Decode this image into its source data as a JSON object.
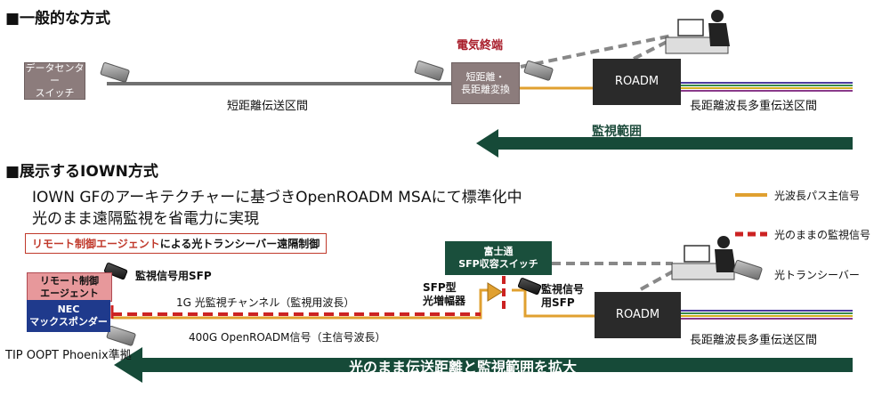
{
  "section1": {
    "title": "■一般的な方式",
    "switch_label": "データセンター\nスイッチ",
    "electric_termination": "電気終端",
    "converter_label": "短距離・\n長距離変換",
    "roadm_label": "ROADM",
    "short_section": "短距離伝送区間",
    "long_section": "長距離波長多重伝送区間",
    "monitoring_range": "監視範囲"
  },
  "section2": {
    "title": "■展示するIOWN方式",
    "desc_line1": "IOWN GFのアーキテクチャーに基づきOpenROADM MSAにて標準化中",
    "desc_line2": "光のまま遠隔監視を省電力に実現",
    "remote_agent_highlight": "リモート制御エージェント",
    "remote_agent_rest": "による光トランシーバー遠隔制御",
    "fujitsu_label": "富士通\nSFP収容スイッチ",
    "agent_box_label": "リモート制御\nエージェント",
    "nec_label": "NEC\nマックスポンダー",
    "monitor_sfp_label": "監視信号用SFP",
    "channel_1g": "1G 光監視チャンネル（監視用波長）",
    "signal_400g": "400G OpenROADM信号（主信号波長）",
    "sfp_amp_label": "SFP型\n光増幅器",
    "monitor_sfp_label2": "監視信号\n用SFP",
    "roadm_label": "ROADM",
    "long_section": "長距離波長多重伝送区間",
    "phoenix_label": "TIP OOPT Phoenix準拠",
    "arrow_text": "光のまま伝送距離と監視範囲を拡大"
  },
  "legend": {
    "main_signal": "光波長パス主信号",
    "monitor_signal": "光のままの監視信号",
    "transceiver": "光トランシーバー"
  },
  "colors": {
    "orange_path": "#e0a030",
    "red_monitor": "#cc2222",
    "green_arrow": "#164a38",
    "gray_line": "#707070",
    "taupe_box": "#8c7c7c",
    "title_red": "#a81d2a"
  }
}
